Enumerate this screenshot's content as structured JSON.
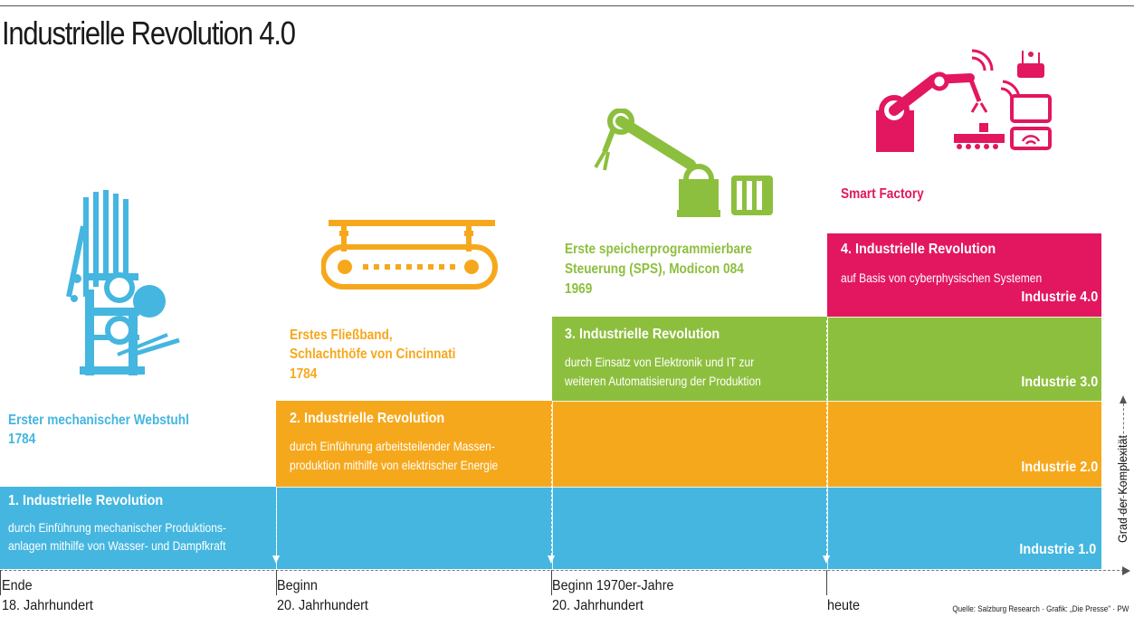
{
  "title": "Industrielle Revolution 4.0",
  "colors": {
    "blue": "#44b6e0",
    "orange": "#f6a81c",
    "green": "#8dbf3e",
    "pink": "#e2175f"
  },
  "stages": [
    {
      "heading": "1. Industrielle Revolution",
      "desc": [
        "durch Einführung mechanischer Produktions-",
        "anlagen mithilfe von Wasser- und Dampfkraft"
      ],
      "level": "Industrie 1.0",
      "invention": [
        "Erster mechanischer Webstuhl",
        "1784"
      ],
      "icon": "loom-icon"
    },
    {
      "heading": "2. Industrielle Revolution",
      "desc": [
        "durch Einführung arbeitsteilender Massen-",
        "produktion mithilfe von elektrischer Energie"
      ],
      "level": "Industrie 2.0",
      "invention": [
        "Erstes Fließband,",
        "Schlachthöfe von Cincinnati",
        "1784"
      ],
      "icon": "conveyor-belt-icon"
    },
    {
      "heading": "3. Industrielle Revolution",
      "desc": [
        "durch Einsatz von Elektronik und IT zur",
        "weiteren Automatisierung der Produktion"
      ],
      "level": "Industrie 3.0",
      "invention": [
        "Erste speicherprogrammierbare",
        "Steuerung (SPS), Modicon 084",
        "1969"
      ],
      "icon": "robot-arm-plc-icon"
    },
    {
      "heading": "4. Industrielle Revolution",
      "desc": [
        "auf Basis von cyberphysischen Systemen"
      ],
      "level": "Industrie 4.0",
      "invention": [
        "Smart Factory"
      ],
      "icon": "smart-factory-icon"
    }
  ],
  "timeline": [
    [
      "Ende",
      "18. Jahrhundert"
    ],
    [
      "Beginn",
      "20. Jahrhundert"
    ],
    [
      "Beginn 1970er-Jahre",
      "20. Jahrhundert"
    ],
    [
      "heute"
    ]
  ],
  "axis_label": "Grad der Komplexität",
  "source": "Quelle: Salzburg Research · Grafik: „Die Presse\" · PW"
}
